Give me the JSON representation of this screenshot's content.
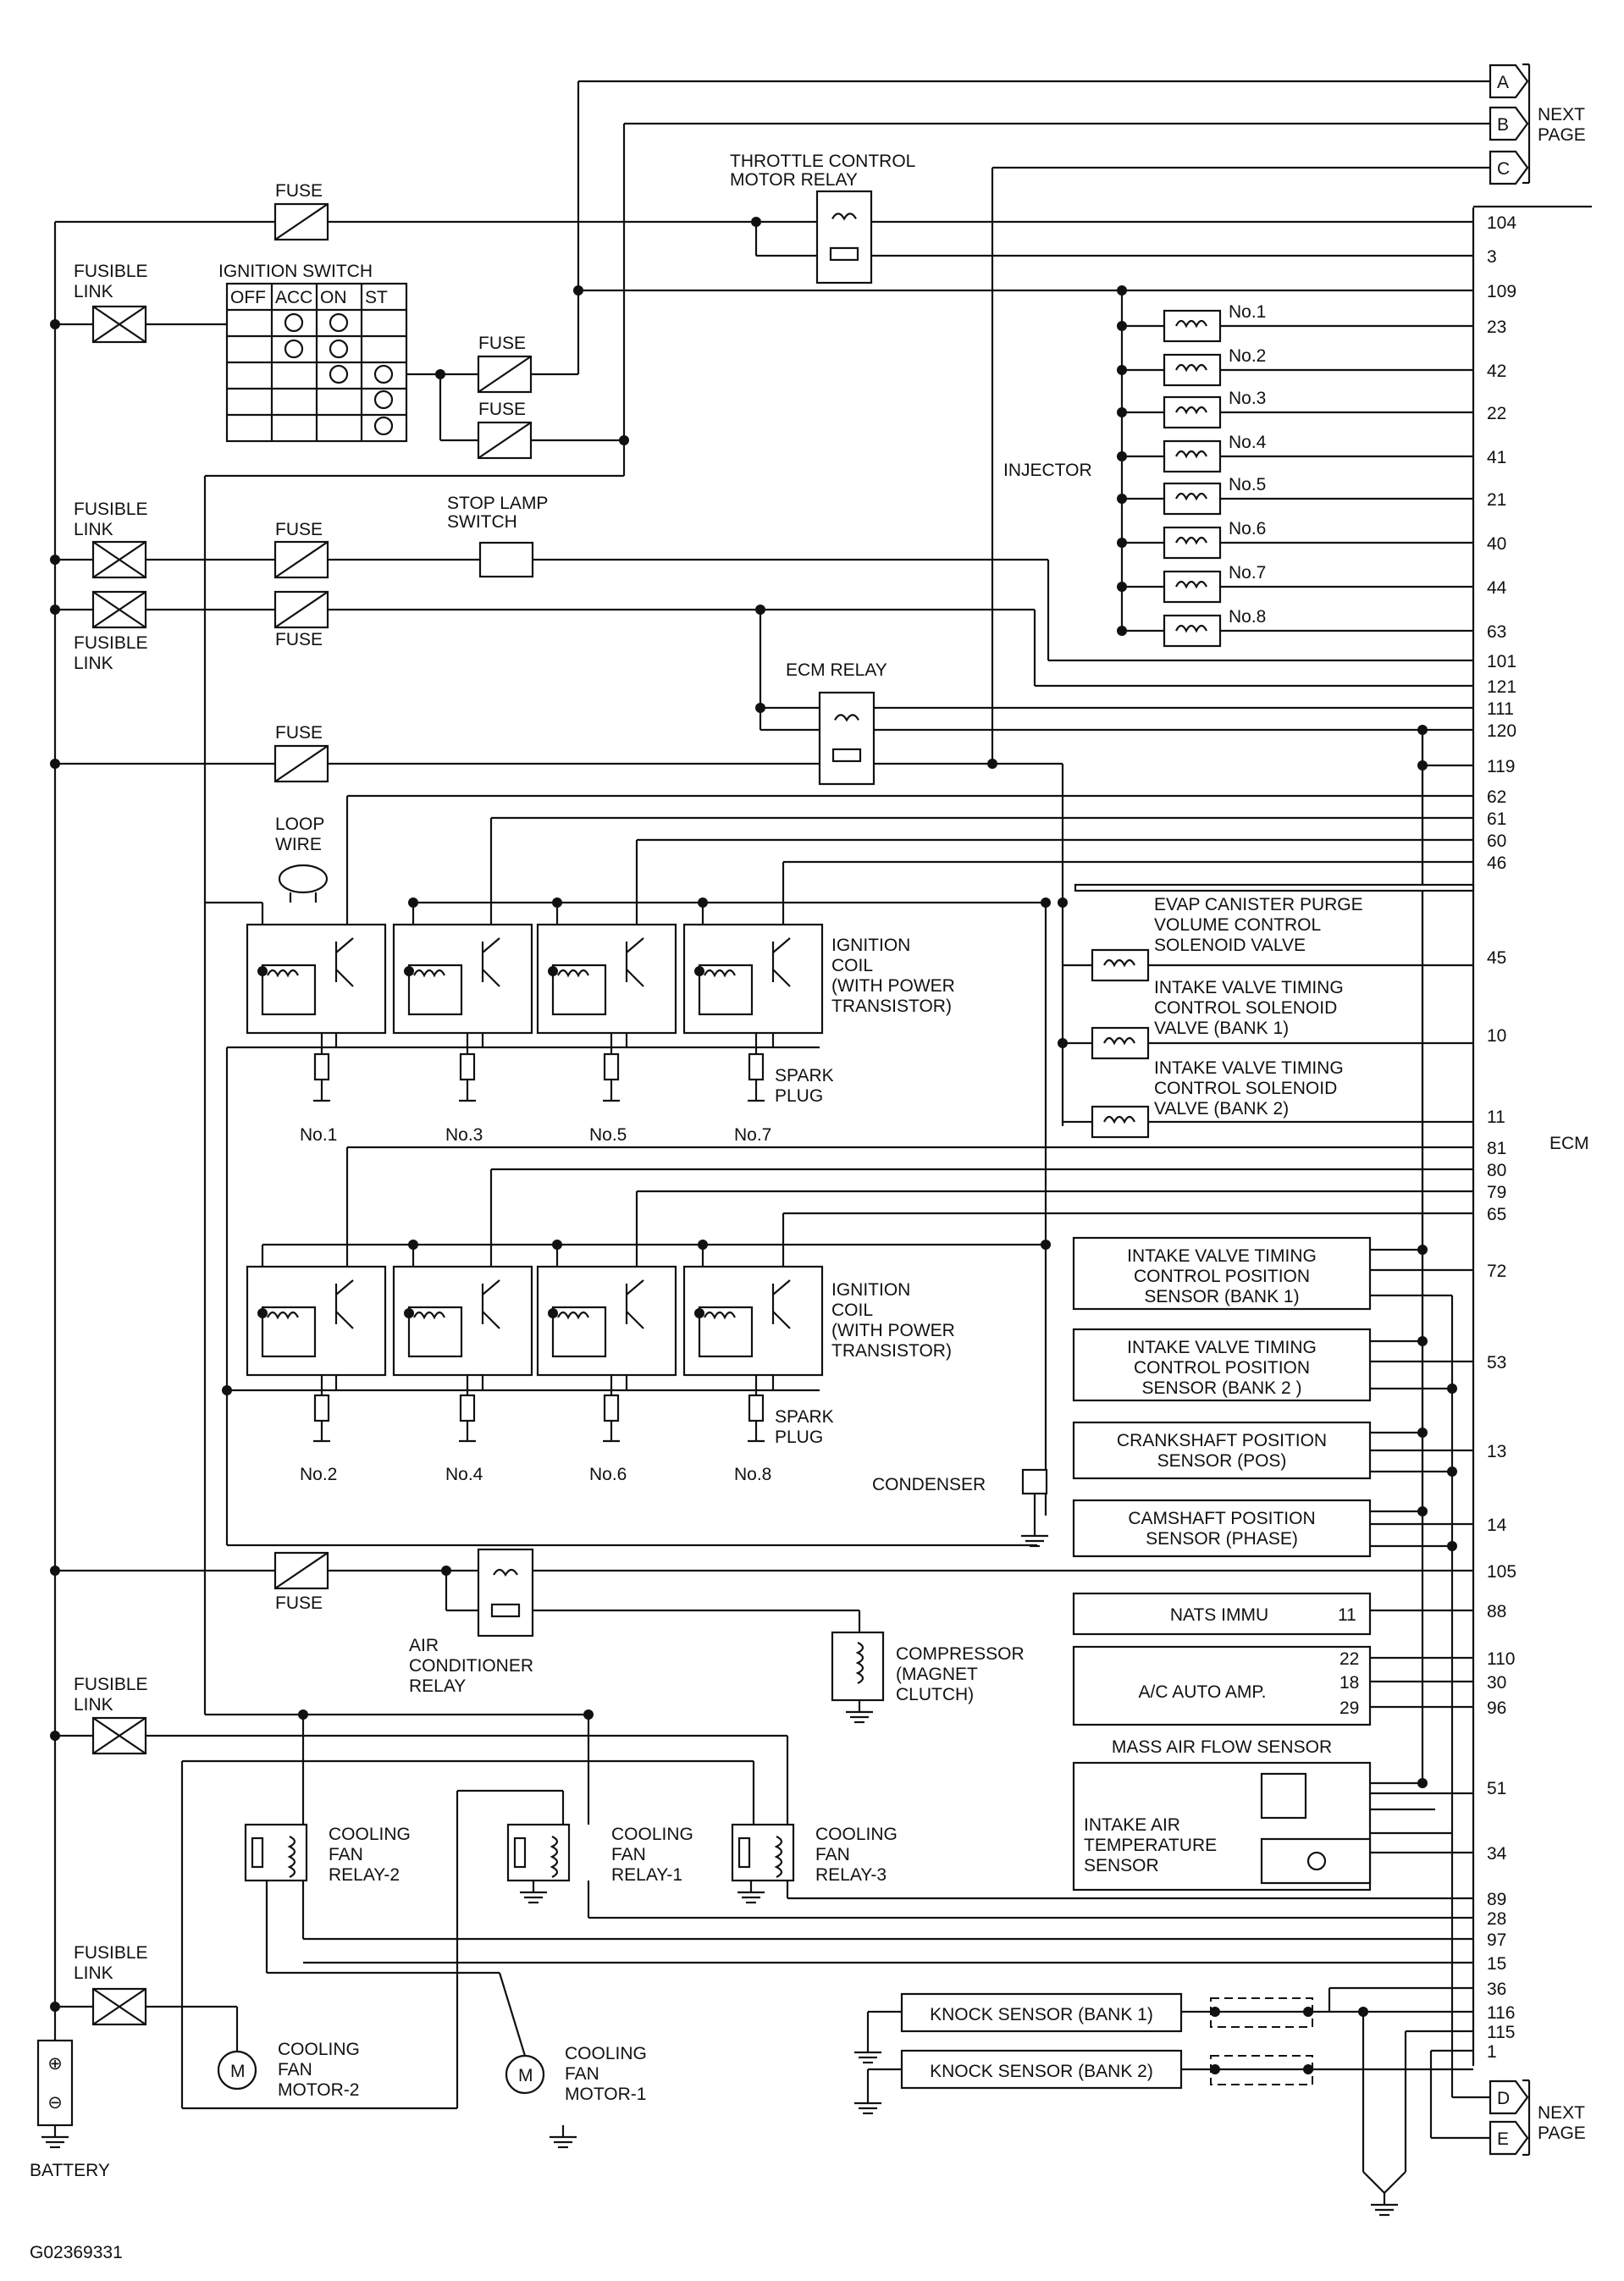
{
  "nav": {
    "next_page": [
      "NEXT",
      "PAGE"
    ],
    "top_connectors": [
      "A",
      "B",
      "C"
    ],
    "bottom_connectors": [
      "D",
      "E"
    ]
  },
  "ecm": {
    "label": "ECM",
    "terminals": [
      "104",
      "3",
      "109",
      "23",
      "42",
      "22",
      "41",
      "21",
      "40",
      "44",
      "63",
      "101",
      "121",
      "111",
      "120",
      "119",
      "62",
      "61",
      "60",
      "46",
      "45",
      "10",
      "11",
      "81",
      "80",
      "79",
      "65",
      "72",
      "53",
      "13",
      "14",
      "105",
      "88",
      "110",
      "30",
      "96",
      "51",
      "34",
      "89",
      "28",
      "97",
      "15",
      "36",
      "116",
      "115",
      "1"
    ]
  },
  "power": {
    "fuse": "FUSE",
    "fusible_link": [
      "FUSIBLE",
      "LINK"
    ],
    "battery": "BATTERY",
    "plus_symbol": "⊕",
    "minus_symbol": "⊖"
  },
  "ignition_switch": {
    "title": "IGNITION SWITCH",
    "positions": [
      "OFF",
      "ACC",
      "ON",
      "ST"
    ]
  },
  "relays": {
    "throttle_control": [
      "THROTTLE CONTROL",
      "MOTOR RELAY"
    ],
    "ecm": "ECM RELAY",
    "air_conditioner": [
      "AIR",
      "CONDITIONER",
      "RELAY"
    ],
    "cooling_fan_2": [
      "COOLING",
      "FAN",
      "RELAY-2"
    ],
    "cooling_fan_1": [
      "COOLING",
      "FAN",
      "RELAY-1"
    ],
    "cooling_fan_3": [
      "COOLING",
      "FAN",
      "RELAY-3"
    ]
  },
  "switches": {
    "stop_lamp": [
      "STOP LAMP",
      "SWITCH"
    ]
  },
  "injectors": {
    "label": "INJECTOR",
    "items": [
      "No.1",
      "No.2",
      "No.3",
      "No.4",
      "No.5",
      "No.6",
      "No.7",
      "No.8"
    ]
  },
  "ignition": {
    "loop_wire": [
      "LOOP",
      "WIRE"
    ],
    "coil_label": [
      "IGNITION",
      "COIL",
      "(WITH POWER",
      "TRANSISTOR)"
    ],
    "spark_plug": [
      "SPARK",
      "PLUG"
    ],
    "upper_cylinders": [
      "No.1",
      "No.3",
      "No.5",
      "No.7"
    ],
    "lower_cylinders": [
      "No.2",
      "No.4",
      "No.6",
      "No.8"
    ],
    "condenser": "CONDENSER"
  },
  "solenoids": {
    "evap": [
      "EVAP CANISTER PURGE",
      "VOLUME CONTROL",
      "SOLENOID VALVE"
    ],
    "ivt_bank1": [
      "INTAKE VALVE TIMING",
      "CONTROL SOLENOID",
      "VALVE (BANK 1)"
    ],
    "ivt_bank2": [
      "INTAKE VALVE TIMING",
      "CONTROL SOLENOID",
      "VALVE (BANK 2)"
    ]
  },
  "sensors": {
    "ivt_pos_bank1": [
      "INTAKE VALVE TIMING",
      "CONTROL POSITION",
      "SENSOR (BANK 1)"
    ],
    "ivt_pos_bank2": [
      "INTAKE VALVE TIMING",
      "CONTROL POSITION",
      "SENSOR (BANK 2 )"
    ],
    "crankshaft": [
      "CRANKSHAFT POSITION",
      "SENSOR (POS)"
    ],
    "camshaft": [
      "CAMSHAFT POSITION",
      "SENSOR (PHASE)"
    ],
    "nats": {
      "label": "NATS IMMU",
      "pin": "11"
    },
    "ac_amp": {
      "label": "A/C AUTO AMP.",
      "pins": [
        "22",
        "18",
        "29"
      ]
    },
    "maf": "MASS AIR FLOW SENSOR",
    "intake_air_temp": [
      "INTAKE AIR",
      "TEMPERATURE",
      "SENSOR"
    ],
    "knock_bank1": "KNOCK SENSOR (BANK 1)",
    "knock_bank2": "KNOCK SENSOR (BANK 2)"
  },
  "compressor": [
    "COMPRESSOR",
    "(MAGNET",
    "CLUTCH)"
  ],
  "motors": {
    "symbol": "M",
    "fan_motor_2": [
      "COOLING",
      "FAN",
      "MOTOR-2"
    ],
    "fan_motor_1": [
      "COOLING",
      "FAN",
      "MOTOR-1"
    ]
  },
  "footer": {
    "code": "G02369331"
  }
}
